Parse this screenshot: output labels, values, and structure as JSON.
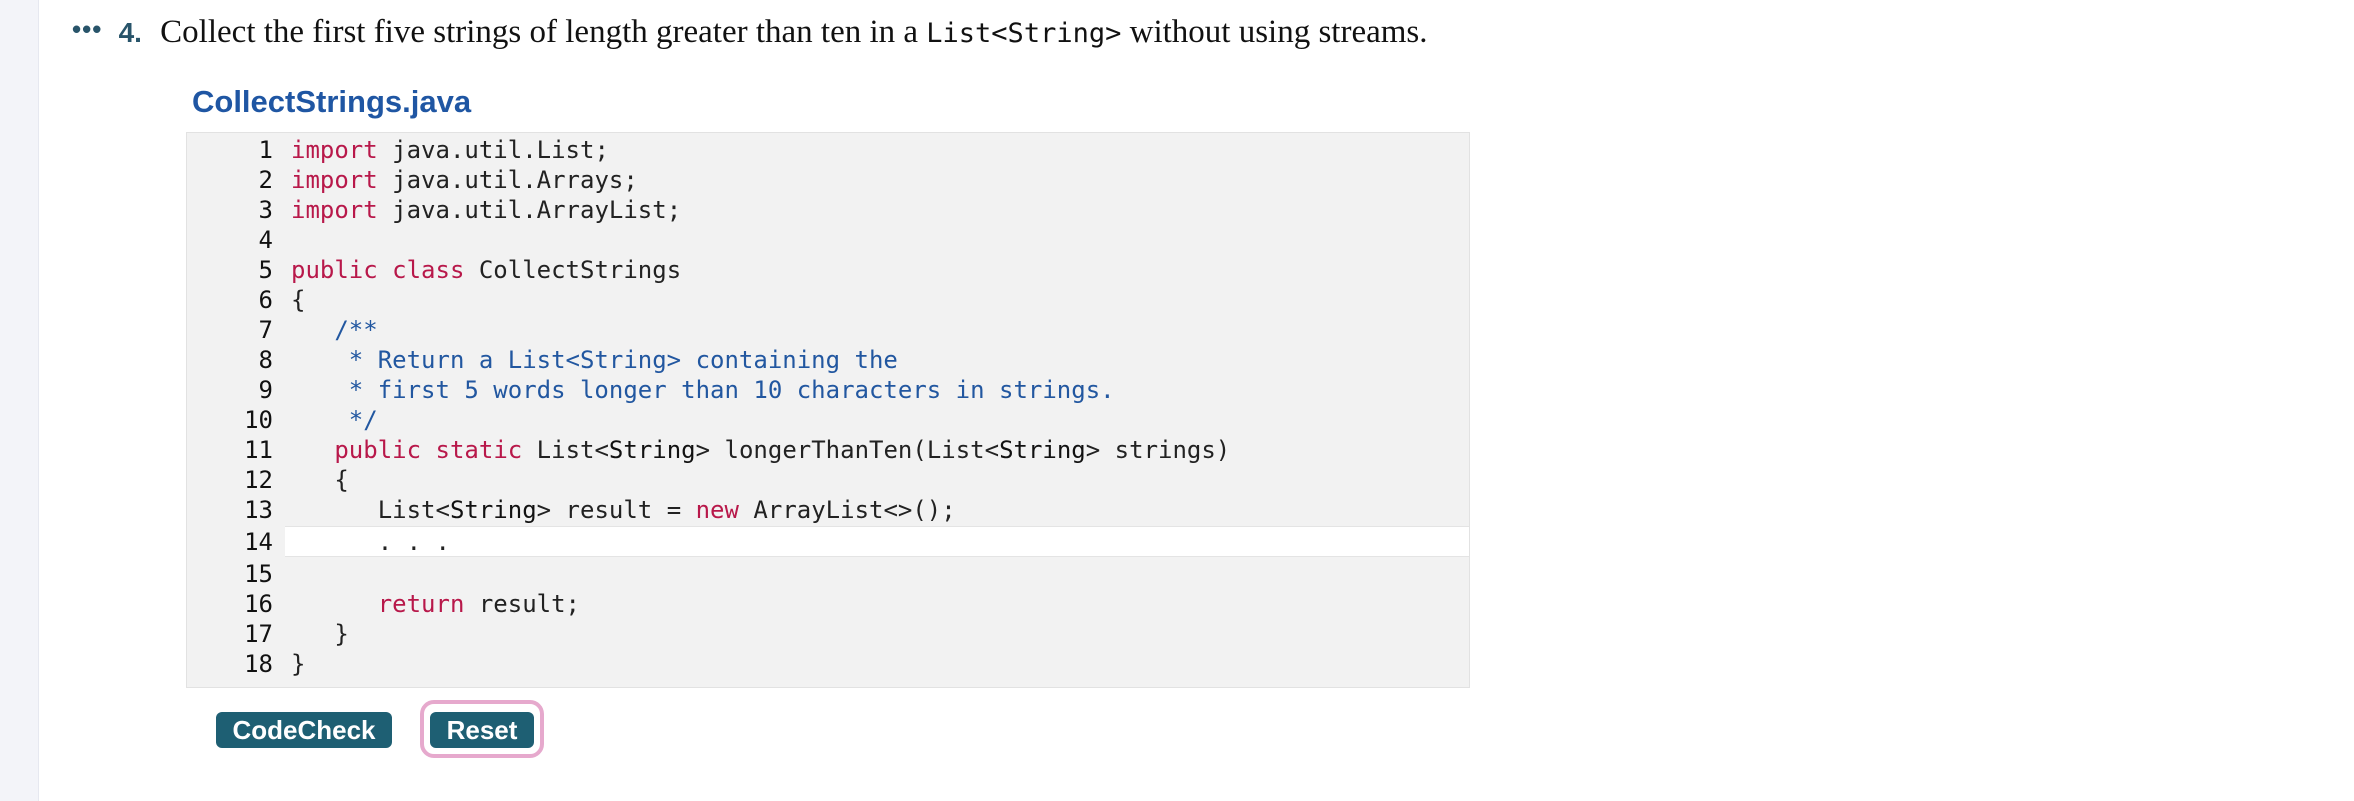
{
  "question": {
    "number": "4.",
    "text_before": "Collect the first five strings of length greater than ten in a ",
    "code_inline": "List<String>",
    "text_after": " without using streams."
  },
  "editor": {
    "filename": "CollectStrings.java",
    "lines": [
      {
        "n": "1",
        "tokens": [
          {
            "t": "import",
            "c": "kw"
          },
          {
            "t": " java.util.List;",
            "c": ""
          }
        ]
      },
      {
        "n": "2",
        "tokens": [
          {
            "t": "import",
            "c": "kw"
          },
          {
            "t": " java.util.Arrays;",
            "c": ""
          }
        ]
      },
      {
        "n": "3",
        "tokens": [
          {
            "t": "import",
            "c": "kw"
          },
          {
            "t": " java.util.ArrayList;",
            "c": ""
          }
        ]
      },
      {
        "n": "4",
        "tokens": []
      },
      {
        "n": "5",
        "tokens": [
          {
            "t": "public",
            "c": "kw"
          },
          {
            "t": " ",
            "c": ""
          },
          {
            "t": "class",
            "c": "kw"
          },
          {
            "t": " CollectStrings",
            "c": ""
          }
        ]
      },
      {
        "n": "6",
        "tokens": [
          {
            "t": "{",
            "c": ""
          }
        ]
      },
      {
        "n": "7",
        "tokens": [
          {
            "t": "   ",
            "c": ""
          },
          {
            "t": "/**",
            "c": "cm"
          }
        ]
      },
      {
        "n": "8",
        "tokens": [
          {
            "t": "    * Return a List<String> containing the",
            "c": "cm"
          }
        ]
      },
      {
        "n": "9",
        "tokens": [
          {
            "t": "    * first 5 words longer than 10 characters in strings.",
            "c": "cm"
          }
        ]
      },
      {
        "n": "10",
        "tokens": [
          {
            "t": "    */",
            "c": "cm"
          }
        ]
      },
      {
        "n": "11",
        "tokens": [
          {
            "t": "   ",
            "c": ""
          },
          {
            "t": "public",
            "c": "kw"
          },
          {
            "t": " ",
            "c": ""
          },
          {
            "t": "static",
            "c": "kw"
          },
          {
            "t": " List<",
            "c": ""
          },
          {
            "t": "String",
            "c": "ty"
          },
          {
            "t": "> longerThanTen(List<",
            "c": ""
          },
          {
            "t": "String",
            "c": "ty"
          },
          {
            "t": "> strings)",
            "c": ""
          }
        ]
      },
      {
        "n": "12",
        "tokens": [
          {
            "t": "   {",
            "c": ""
          }
        ]
      },
      {
        "n": "13",
        "tokens": [
          {
            "t": "      List<",
            "c": ""
          },
          {
            "t": "String",
            "c": "ty"
          },
          {
            "t": "> result = ",
            "c": ""
          },
          {
            "t": "new",
            "c": "kw"
          },
          {
            "t": " ArrayList<>();",
            "c": ""
          }
        ]
      },
      {
        "n": "14",
        "editable": true,
        "tokens": [
          {
            "t": "      . . .",
            "c": ""
          }
        ]
      },
      {
        "n": "15",
        "tokens": []
      },
      {
        "n": "16",
        "tokens": [
          {
            "t": "      ",
            "c": ""
          },
          {
            "t": "return",
            "c": "kw"
          },
          {
            "t": " result;",
            "c": ""
          }
        ]
      },
      {
        "n": "17",
        "tokens": [
          {
            "t": "   }",
            "c": ""
          }
        ]
      },
      {
        "n": "18",
        "tokens": [
          {
            "t": "}",
            "c": ""
          }
        ]
      }
    ]
  },
  "buttons": {
    "codecheck_label": "CodeCheck",
    "reset_label": "Reset"
  }
}
